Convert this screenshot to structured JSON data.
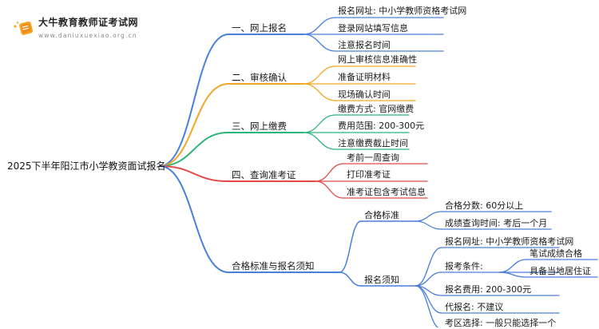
{
  "brand": {
    "name": "大牛教育教师证考试网",
    "url": "www.daniuxuexiao.org.cn"
  },
  "colors": {
    "sec1": "#4a7fd9",
    "sec2": "#f1a626",
    "sec3": "#2fb37c",
    "sec4": "#e64848",
    "sec5": "#4a7fd9",
    "text": "#1a1a1a"
  },
  "mindmap": {
    "root": "2025下半年阳江市小学教资面试报名",
    "sections": [
      {
        "label": "一、网上报名",
        "children": [
          "报名网址: 中小学教师资格考试网",
          "登录网站填写信息",
          "注意报名时间"
        ]
      },
      {
        "label": "二、审核确认",
        "children": [
          "网上审核信息准确性",
          "准备证明材料",
          "现场确认时间"
        ]
      },
      {
        "label": "三、网上缴费",
        "children": [
          "缴费方式: 官网缴费",
          "费用范围: 200-300元",
          "注意缴费截止时间"
        ]
      },
      {
        "label": "四、查询准考证",
        "children": [
          "考前一周查询",
          "打印准考证",
          "准考证包含考试信息"
        ]
      },
      {
        "label": "合格标准与报名须知",
        "groups": [
          {
            "label": "合格标准",
            "children": [
              "合格分数: 60分以上",
              "成绩查询时间: 考后一个月"
            ]
          },
          {
            "label": "报名须知",
            "items": [
              {
                "label": "报名网址: 中小学教师资格考试网"
              },
              {
                "label": "报考条件:",
                "children": [
                  "笔试成绩合格",
                  "具备当地居住证"
                ]
              },
              {
                "label": "报名费用: 200-300元"
              },
              {
                "label": "代报名: 不建议"
              },
              {
                "label": "考区选择: 一般只能选择一个"
              }
            ]
          }
        ]
      }
    ]
  }
}
